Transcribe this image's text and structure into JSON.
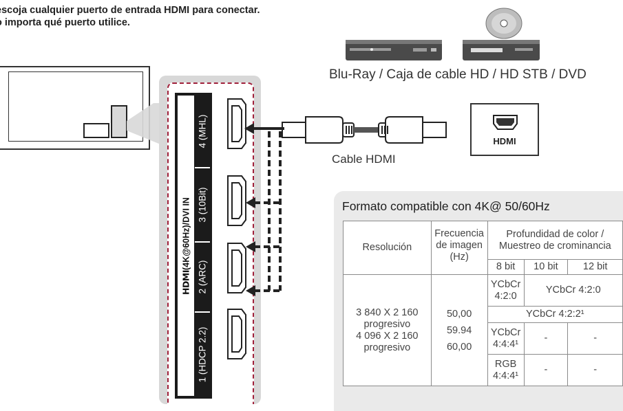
{
  "intro": {
    "line1": "escoja cualquier puerto de entrada HDMI para conectar.",
    "line2": "o importa qué puerto utilice."
  },
  "devices_caption": "Blu-Ray / Caja de cable HD / HD STB / DVD",
  "cable_caption": "Cable HDMI",
  "hdmi_box_label": "HDMI",
  "port_panel": {
    "brand_label": "HDMI(4K@60Hz)/DVI IN",
    "brand_logo_text": "HDMI",
    "brand_suffix": "(4K@60Hz)/DVI IN",
    "ports": [
      {
        "label": "4 (MHL)"
      },
      {
        "label": "3 (10Bit)"
      },
      {
        "label": "2 (ARC)"
      },
      {
        "label": "1 (HDCP 2.2)"
      }
    ]
  },
  "table": {
    "title": "Formato compatible con 4K@ 50/60Hz",
    "headers": {
      "resolution": "Resolución",
      "frequency": "Frecuencia de imagen (Hz)",
      "depth": "Profundidad de color / Muestreo de crominancia",
      "bit8": "8 bit",
      "bit10": "10 bit",
      "bit12": "12 bit"
    },
    "res": [
      "3 840 X 2 160",
      "progresivo",
      "4 096 X 2 160",
      "progresivo"
    ],
    "freq": [
      "50,00",
      "59.94",
      "60,00"
    ],
    "rows": {
      "r1_8": "YCbCr 4:2:0",
      "r1_10_12": "YCbCr 4:2:0",
      "r2": "YCbCr 4:2:2¹",
      "r3_8": "YCbCr 4:4:4¹",
      "r3_10": "-",
      "r3_12": "-",
      "r4_8": "RGB 4:4:4¹",
      "r4_10": "-",
      "r4_12": "-"
    }
  },
  "colors": {
    "dashed_border": "#a0203a",
    "panel_bg": "#d8d8d8",
    "strip_bg": "#1b1b1b",
    "table_bg": "#eaeaea"
  }
}
